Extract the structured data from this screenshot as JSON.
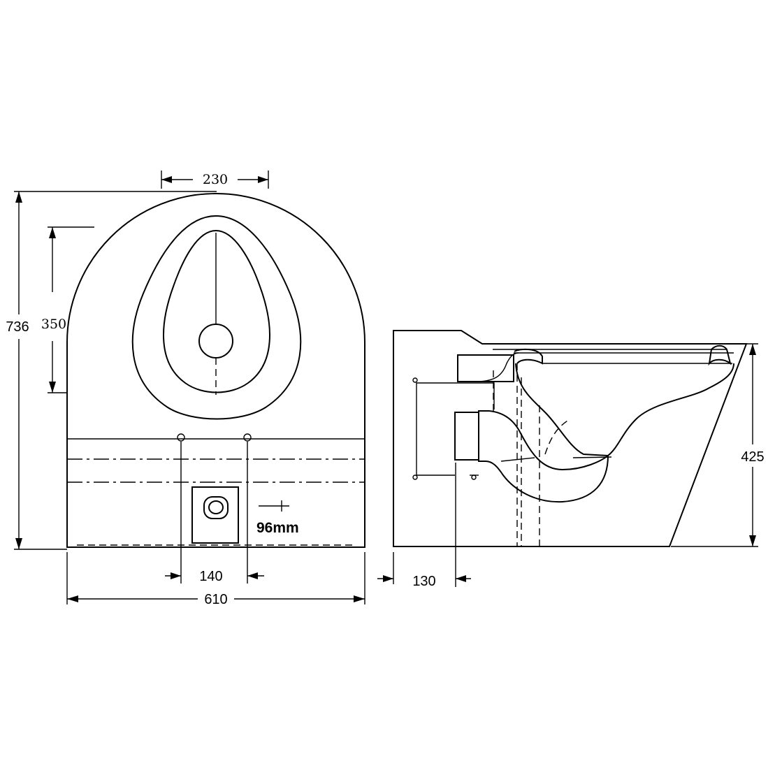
{
  "front_view": {
    "dims": {
      "top_width": "230",
      "height_total": "736",
      "bowl_height": "350",
      "fixing_spacing": "140",
      "width_total": "610",
      "outlet_offset": "96mm"
    }
  },
  "side_view": {
    "dims": {
      "outlet_height": "425",
      "outlet_projection": "130"
    }
  },
  "colors": {
    "line": "#000000",
    "background": "#ffffff"
  }
}
